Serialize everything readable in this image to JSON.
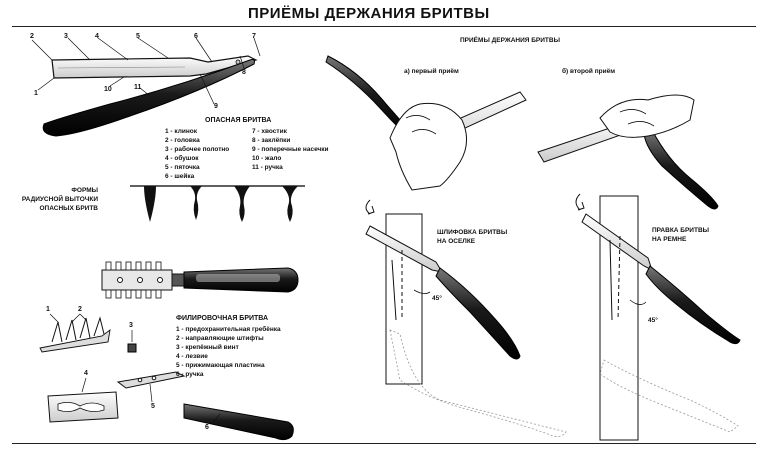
{
  "title": "ПРИЁМЫ ДЕРЖАНИЯ БРИТВЫ",
  "straight_razor": {
    "heading": "ОПАСНАЯ БРИТВА",
    "callouts": [
      "1",
      "2",
      "3",
      "4",
      "5",
      "6",
      "7",
      "8",
      "9",
      "10",
      "11"
    ],
    "parts_col1": [
      "1 - клинок",
      "2 - головка",
      "3 - рабочее полотно",
      "4 - обушок",
      "5 - пяточка",
      "6 - шейка"
    ],
    "parts_col2": [
      "7 - хвостик",
      "8 - заклёпки",
      "9 - поперечные насечки",
      "10 - жало",
      "11 - ручка"
    ]
  },
  "grind_forms": {
    "label_lines": [
      "ФОРМЫ",
      "РАДИУСНОЙ ВЫТОЧКИ",
      "ОПАСНЫХ БРИТВ"
    ]
  },
  "thinning_razor": {
    "heading": "ФИЛИРОВОЧНАЯ БРИТВА",
    "parts": [
      "1 - предохранительная гребёнка",
      "2 - направляющие штифты",
      "3 - крепёжный винт",
      "4 - лезвие",
      "5 - прижимающая пластина",
      "6 - ручка"
    ],
    "callouts_top": [
      "1",
      "2",
      "3"
    ],
    "callouts_bottom": [
      "4",
      "5",
      "6"
    ]
  },
  "holding": {
    "heading": "ПРИЁМЫ ДЕРЖАНИЯ БРИТВЫ",
    "first": "а) первый приём",
    "second": "б) второй приём"
  },
  "honing": {
    "label_lines": [
      "ШЛИФОВКА БРИТВЫ",
      "НА ОСЕЛКЕ"
    ],
    "angle": "45°"
  },
  "stropping": {
    "label_lines": [
      "ПРАВКА БРИТВЫ",
      "НА РЕМНЕ"
    ],
    "angle": "45°"
  }
}
